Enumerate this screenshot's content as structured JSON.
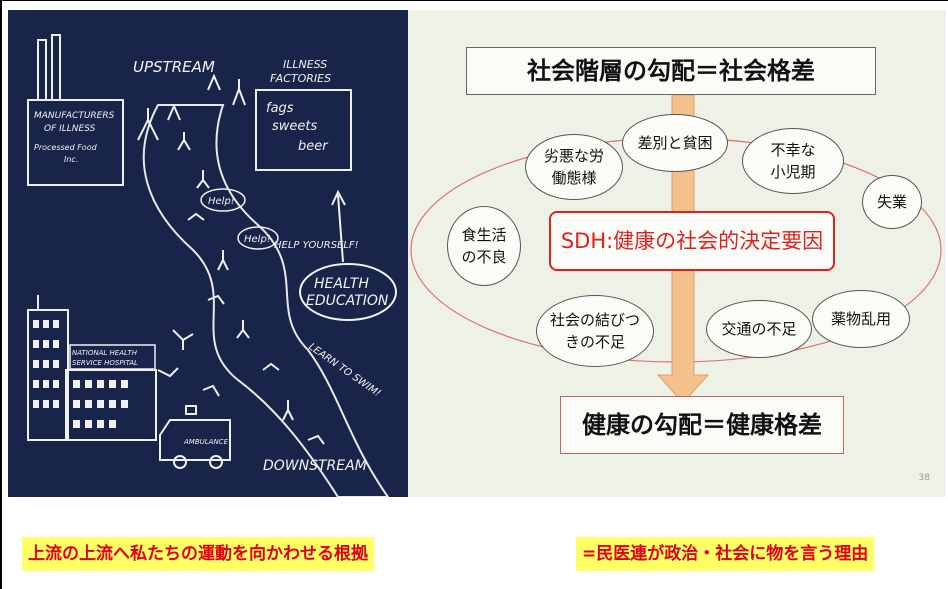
{
  "illustration": {
    "upstream": "UPSTREAM",
    "downstream": "DOWNSTREAM",
    "illness_factories": [
      "ILLNESS",
      "FACTORIES"
    ],
    "factory_goods": [
      "fags",
      "sweets",
      "beer"
    ],
    "manufacturers": [
      "MANUFACTURERS",
      "OF ILLNESS",
      "Processed Food",
      "Inc."
    ],
    "hospital": [
      "NATIONAL HEALTH",
      "SERVICE HOSPITAL"
    ],
    "health_education": [
      "HEALTH",
      "EDUCATION"
    ],
    "learn_to_swim": "LEARN TO SWIM!",
    "help_yourself": "HELP YOURSELF!",
    "help_1": "Help!",
    "help_2": "Help!",
    "ambulance": "AMBULANCE"
  },
  "slide": {
    "title": "社会階層の勾配＝社会格差",
    "center": "SDH:健康の社会的決定要因",
    "bottom": "健康の勾配＝健康格差",
    "page": "38",
    "bubbles": {
      "discrimination": "差別と貧困",
      "labor": "劣悪な労\n働態様",
      "childhood": "不幸な\n小児期",
      "unemployment": "失業",
      "diet": "食生活\nの不良",
      "social": "社会の結びつ\nきの不足",
      "transport": "交通の不足",
      "drugs": "薬物乱用"
    }
  },
  "captions": {
    "left": "上流の上流へ私たちの運動を向かわせる根拠",
    "right": "=民医連が政治・社会に物を言う理由"
  },
  "colors": {
    "illustration_bg": "#18244a",
    "slide_bg": "#eef2e6",
    "caption_bg": "#ffff66",
    "caption_text": "#e0001b",
    "arrow": "#f4c08c",
    "ellipse": "#e07070"
  }
}
